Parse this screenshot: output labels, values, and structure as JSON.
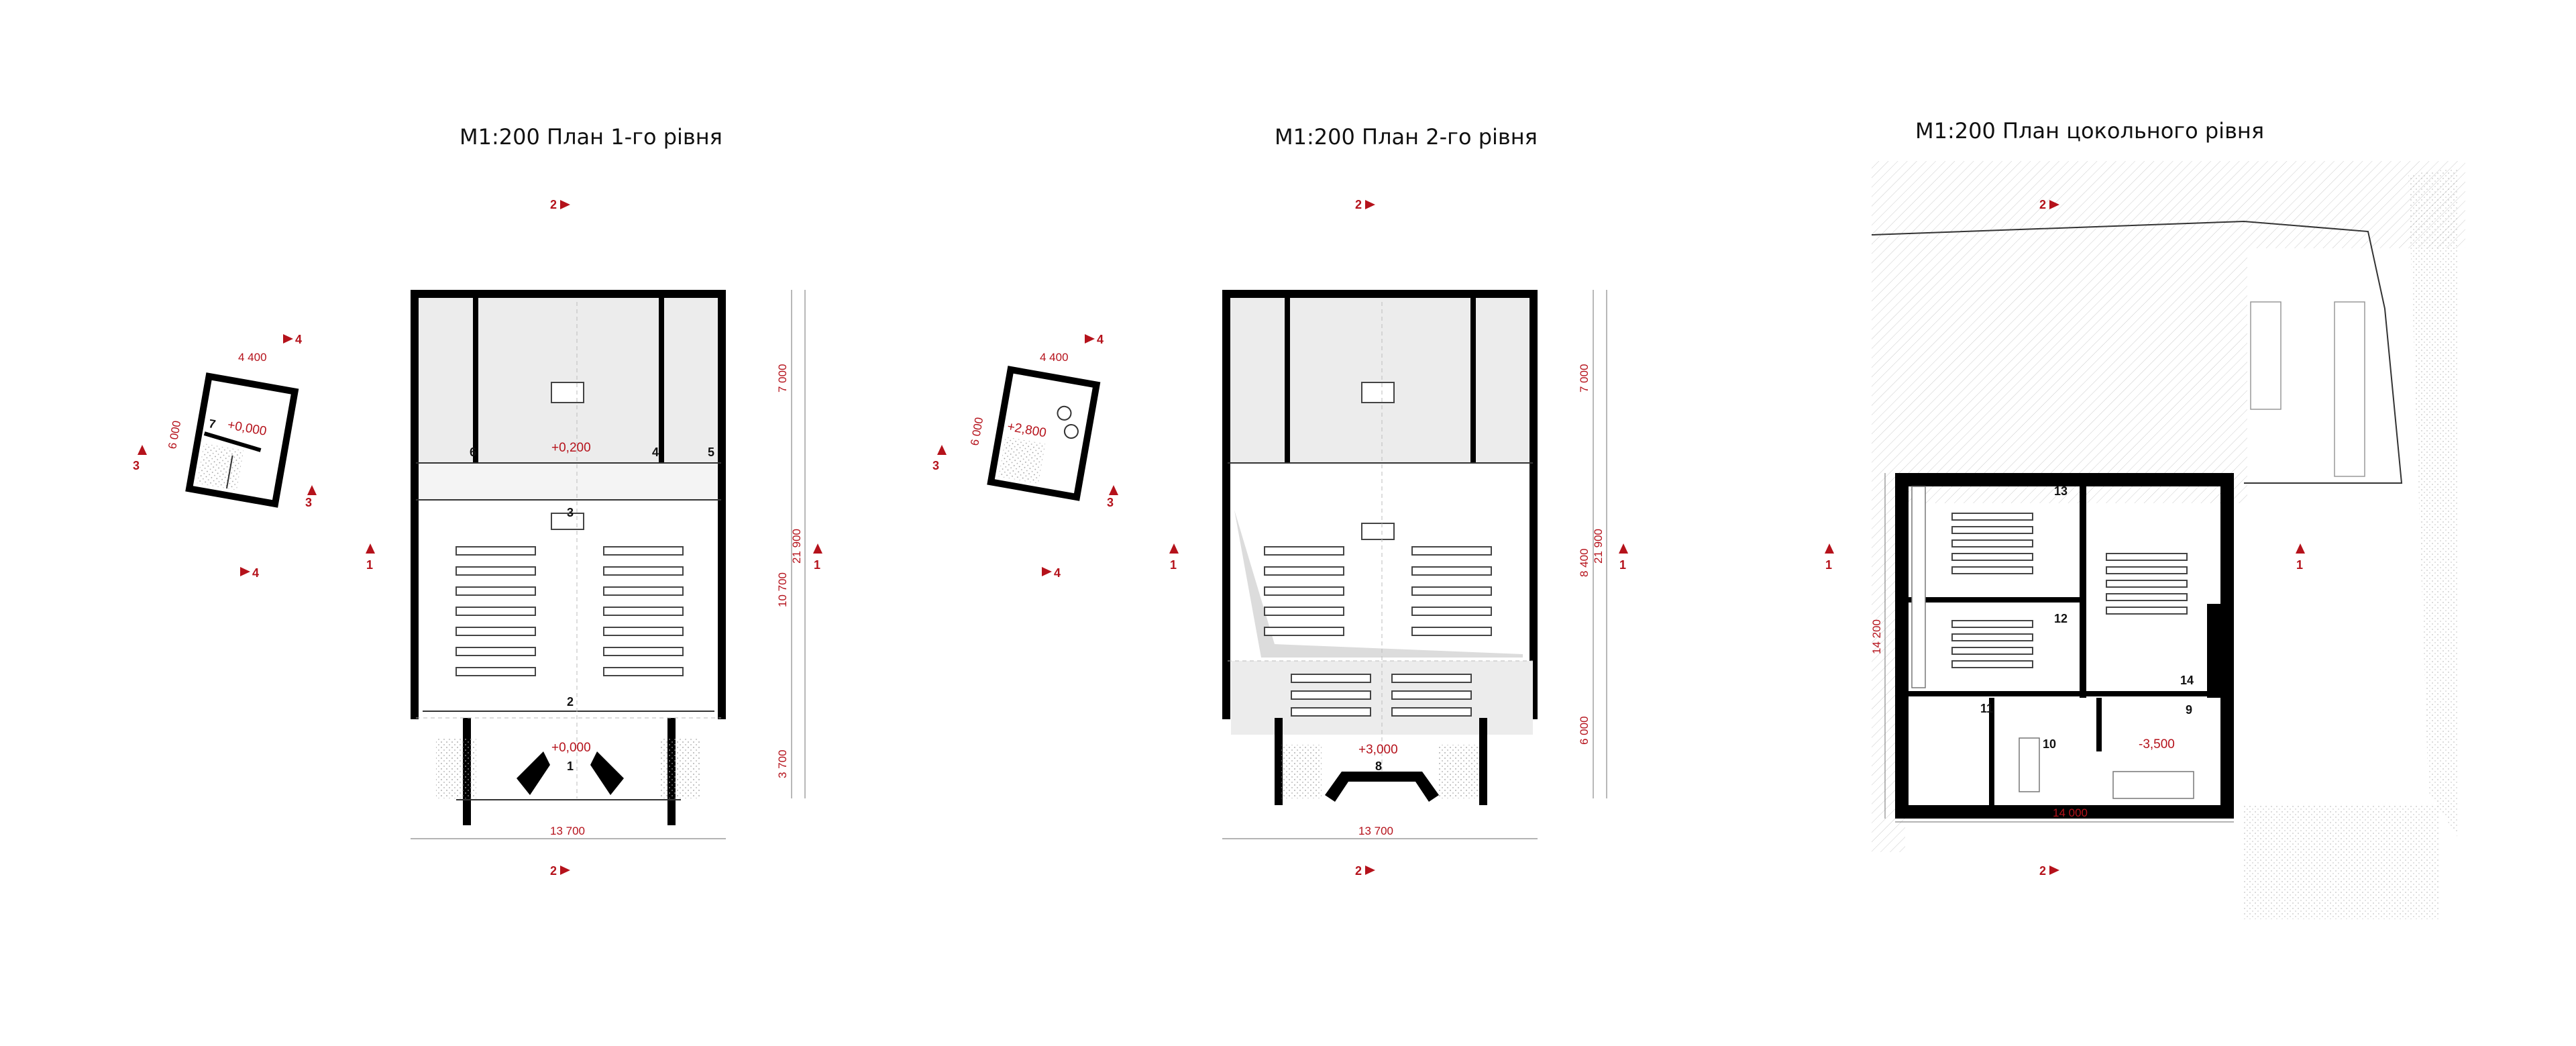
{
  "titles": {
    "plan1": "M1:200 План 1-го рівня",
    "plan2": "M1:200 План 2-го рівня",
    "plan3": "M1:200  План цокольного рівня"
  },
  "sections": {
    "s1": "1",
    "s2": "2",
    "s3": "3",
    "s4": "4"
  },
  "plan1": {
    "dims": {
      "width": "13 700",
      "d7000": "7 000",
      "d10700": "10 700",
      "d3700": "3 700",
      "d21900": "21 900"
    },
    "levels": {
      "upper": "+0,200",
      "entry": "+0,000"
    },
    "rooms": {
      "r1": "1",
      "r2": "2",
      "r3": "3",
      "r4": "4",
      "r5": "5",
      "r6": "6"
    }
  },
  "plan2": {
    "dims": {
      "width": "13 700",
      "d7000": "7 000",
      "d8400": "8 400",
      "d6000": "6 000",
      "d21900": "21 900"
    },
    "levels": {
      "choir": "+3,000"
    },
    "rooms": {
      "r8": "8"
    }
  },
  "plan3": {
    "dims": {
      "width": "14 000",
      "height": "14 200"
    },
    "levels": {
      "basement": "-3,500"
    },
    "rooms": {
      "r9": "9",
      "r10": "10",
      "r11": "11",
      "r12": "12",
      "r13": "13",
      "r14": "14"
    }
  },
  "bell1": {
    "width": "4 400",
    "depth": "6 000",
    "level": "+0,000",
    "room": "7"
  },
  "bell2": {
    "width": "4 400",
    "depth": "6 000",
    "level": "+2,800"
  },
  "colors": {
    "accent": "#b5121b",
    "wall": "#000000",
    "fill": "#ececec"
  }
}
